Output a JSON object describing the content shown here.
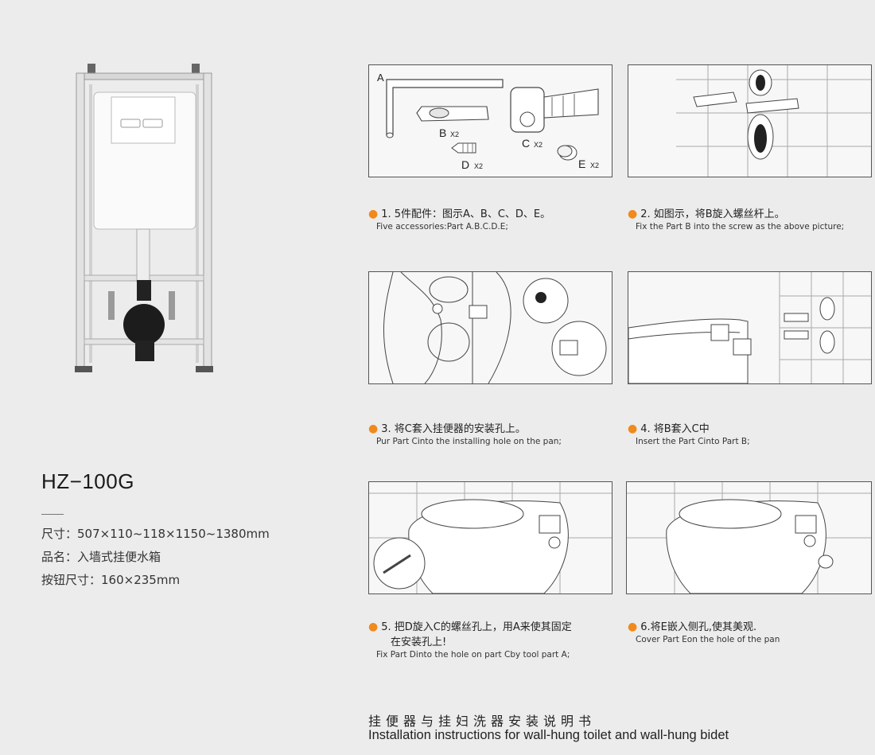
{
  "product": {
    "model": "HZ−100G",
    "specs": [
      "尺寸：507×110~118×1150~1380mm",
      "品名：入墙式挂便水箱",
      "按钮尺寸：160×235mm"
    ]
  },
  "parts_labels": {
    "a": "A",
    "b": "B",
    "b_qty": "X2",
    "c": "C",
    "c_qty": "X2",
    "d": "D",
    "d_qty": "X2",
    "e": "E",
    "e_qty": "X2"
  },
  "steps": [
    {
      "cn": "1. 5件配件：图示A、B、C、D、E。",
      "en": "Five accessories:Part A.B.C.D.E;"
    },
    {
      "cn": "2.  如图示，将B旋入螺丝杆上。",
      "en": "Fix the Part B into the screw as the above picture;"
    },
    {
      "cn": "3.  将C套入挂便器的安装孔上。",
      "en": "Pur Part Cinto the installing hole on the pan;"
    },
    {
      "cn": "4. 将B套入C中",
      "en": "Insert the Part Cinto Part B;"
    },
    {
      "cn": "5. 把D旋入C的螺丝孔上，用A来使其固定",
      "cn2": "在安装孔上!",
      "en": "Fix Part Dinto the hole on part Cby tool part A;"
    },
    {
      "cn": "6.将E嵌入侧孔,使其美观.",
      "en": "Cover Part Eon the hole of the pan"
    }
  ],
  "footer": {
    "title_cn": "挂便器与挂妇洗器安装说明书",
    "title_en": "Installation instructions for wall-hung toilet and wall-hung bidet"
  },
  "colors": {
    "background": "#ececec",
    "bullet": "#f08a1c",
    "panel_border": "#555555"
  }
}
